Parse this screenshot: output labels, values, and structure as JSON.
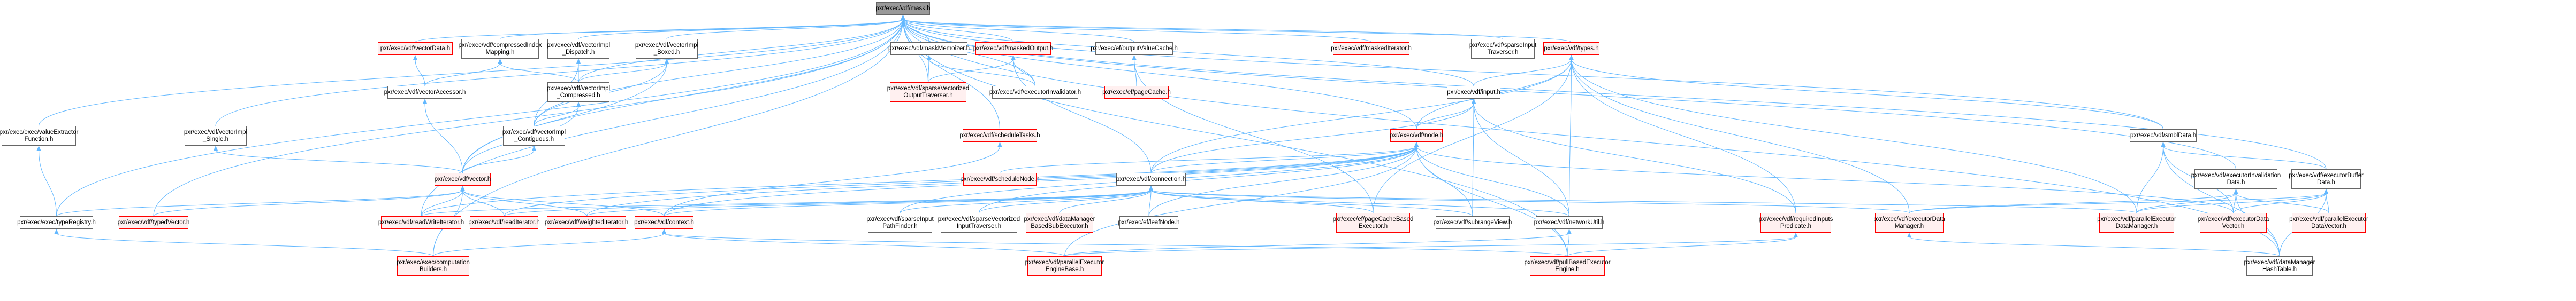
{
  "colors": {
    "edge": "#63b8ff",
    "red_border": "#ff0000",
    "red_fill": "#fff0f0",
    "root_fill": "#999999",
    "plain_border": "#666666"
  },
  "nodes": [
    {
      "id": "mask",
      "label": "pxr/exec/vdf/mask.h",
      "style": "root"
    },
    {
      "id": "valueExtractorFunction",
      "label": "pxr/exec/exec/valueExtractor\nFunction.h",
      "style": "plain"
    },
    {
      "id": "typeRegistry",
      "label": "pxr/exec/exec/typeRegistry.h",
      "style": "plain"
    },
    {
      "id": "typedVector",
      "label": "pxr/exec/vdf/typedVector.h",
      "style": "red"
    },
    {
      "id": "vectorImplSingle",
      "label": "pxr/exec/vdf/vectorImpl\n_Single.h",
      "style": "plain"
    },
    {
      "id": "vectorData",
      "label": "pxr/exec/vdf/vectorData.h",
      "style": "red"
    },
    {
      "id": "vectorAccessor",
      "label": "pxr/exec/vdf/vectorAccessor.h",
      "style": "plain"
    },
    {
      "id": "readWriteIterator",
      "label": "pxr/exec/vdf/readWriteIterator.h",
      "style": "red"
    },
    {
      "id": "computationBuilders",
      "label": "pxr/exec/exec/computation\nBuilders.h",
      "style": "red"
    },
    {
      "id": "compressedIndexMapping",
      "label": "pxr/exec/vdf/compressedIndex\nMapping.h",
      "style": "plain"
    },
    {
      "id": "vectorImplDispatch",
      "label": "pxr/exec/vdf/vectorImpl\n_Dispatch.h",
      "style": "plain"
    },
    {
      "id": "vectorImplBoxed",
      "label": "pxr/exec/vdf/vectorImpl\n_Boxed.h",
      "style": "plain"
    },
    {
      "id": "vectorImplCompressed",
      "label": "pxr/exec/vdf/vectorImpl\n_Compressed.h",
      "style": "plain"
    },
    {
      "id": "vectorImplContiguous",
      "label": "pxr/exec/vdf/vectorImpl\n_Contiguous.h",
      "style": "plain"
    },
    {
      "id": "vector",
      "label": "pxr/exec/vdf/vector.h",
      "style": "red"
    },
    {
      "id": "readIterator",
      "label": "pxr/exec/vdf/readIterator.h",
      "style": "red"
    },
    {
      "id": "weightedIterator",
      "label": "pxr/exec/vdf/weightedIterator.h",
      "style": "red"
    },
    {
      "id": "context",
      "label": "pxr/exec/vdf/context.h",
      "style": "red"
    },
    {
      "id": "maskMemoizer",
      "label": "pxr/exec/vdf/maskMemoizer.h",
      "style": "plain"
    },
    {
      "id": "maskedOutput",
      "label": "pxr/exec/vdf/maskedOutput.h",
      "style": "red"
    },
    {
      "id": "outputValueCache",
      "label": "pxr/exec/ef/outputValueCache.h",
      "style": "plain"
    },
    {
      "id": "sparseVectorizedOutputTraverser",
      "label": "pxr/exec/vdf/sparseVectorized\nOutputTraverser.h",
      "style": "red"
    },
    {
      "id": "executorInvalidator",
      "label": "pxr/exec/vdf/executorInvalidator.h",
      "style": "plain"
    },
    {
      "id": "pageCache",
      "label": "pxr/exec/ef/pageCache.h",
      "style": "red"
    },
    {
      "id": "scheduleTasks",
      "label": "pxr/exec/vdf/scheduleTasks.h",
      "style": "red"
    },
    {
      "id": "scheduleNode",
      "label": "pxr/exec/vdf/scheduleNode.h",
      "style": "red"
    },
    {
      "id": "connection",
      "label": "pxr/exec/vdf/connection.h",
      "style": "plain"
    },
    {
      "id": "sparseInputPathFinder",
      "label": "pxr/exec/vdf/sparseInput\nPathFinder.h",
      "style": "plain"
    },
    {
      "id": "sparseVectorizedInputTraverser",
      "label": "pxr/exec/vdf/sparseVectorized\nInputTraverser.h",
      "style": "plain"
    },
    {
      "id": "dataManagerBasedSubExecutor",
      "label": "pxr/exec/vdf/dataManager\nBasedSubExecutor.h",
      "style": "red"
    },
    {
      "id": "leafNode",
      "label": "pxr/exec/ef/leafNode.h",
      "style": "plain"
    },
    {
      "id": "parallelExecutorEngineBase",
      "label": "pxr/exec/vdf/parallelExecutor\nEngineBase.h",
      "style": "red"
    },
    {
      "id": "maskedIterator",
      "label": "pxr/exec/vdf/maskedIterator.h",
      "style": "red"
    },
    {
      "id": "sparseInputTraverser",
      "label": "pxr/exec/vdf/sparseInput\nTraverser.h",
      "style": "plain"
    },
    {
      "id": "types",
      "label": "pxr/exec/vdf/types.h",
      "style": "red"
    },
    {
      "id": "input",
      "label": "pxr/exec/vdf/input.h",
      "style": "plain"
    },
    {
      "id": "node",
      "label": "pxr/exec/vdf/node.h",
      "style": "red"
    },
    {
      "id": "pageCacheBasedExecutor",
      "label": "pxr/exec/ef/pageCacheBased\nExecutor.h",
      "style": "red"
    },
    {
      "id": "subrangeView",
      "label": "pxr/exec/vdf/subrangeView.h",
      "style": "plain"
    },
    {
      "id": "networkUtil",
      "label": "pxr/exec/vdf/networkUtil.h",
      "style": "plain"
    },
    {
      "id": "pullBasedExecutorEngine",
      "label": "pxr/exec/vdf/pullBasedExecutor\nEngine.h",
      "style": "red"
    },
    {
      "id": "requiredInputsPredicate",
      "label": "pxr/exec/vdf/requiredInputs\nPredicate.h",
      "style": "red"
    },
    {
      "id": "executorDataManager",
      "label": "pxr/exec/vdf/executorData\nManager.h",
      "style": "red"
    },
    {
      "id": "parallelExecutorDataManager",
      "label": "pxr/exec/vdf/parallelExecutor\nDataManager.h",
      "style": "red"
    },
    {
      "id": "smblData",
      "label": "pxr/exec/vdf/smblData.h",
      "style": "plain"
    },
    {
      "id": "executorInvalidationData",
      "label": "pxr/exec/vdf/executorInvalidation\nData.h",
      "style": "plain"
    },
    {
      "id": "executorBufferData",
      "label": "pxr/exec/vdf/executorBuffer\nData.h",
      "style": "plain"
    },
    {
      "id": "executorDataVector",
      "label": "pxr/exec/vdf/executorData\nVector.h",
      "style": "red"
    },
    {
      "id": "parallelExecutorDataVector",
      "label": "pxr/exec/vdf/parallelExecutor\nDataVector.h",
      "style": "red"
    },
    {
      "id": "dataManagerHashTable",
      "label": "pxr/exec/vdf/dataManager\nHashTable.h",
      "style": "plain"
    }
  ],
  "edges": [
    [
      "valueExtractorFunction",
      "mask"
    ],
    [
      "typeRegistry",
      "mask"
    ],
    [
      "computationBuilders",
      "mask"
    ],
    [
      "typedVector",
      "mask"
    ],
    [
      "readWriteIterator",
      "mask"
    ],
    [
      "vectorImplSingle",
      "mask"
    ],
    [
      "vectorData",
      "mask"
    ],
    [
      "vectorImplContiguous",
      "mask"
    ],
    [
      "vectorImplDispatch",
      "mask"
    ],
    [
      "vectorImplBoxed",
      "mask"
    ],
    [
      "compressedIndexMapping",
      "mask"
    ],
    [
      "vectorImplCompressed",
      "mask"
    ],
    [
      "maskMemoizer",
      "mask"
    ],
    [
      "maskedOutput",
      "mask"
    ],
    [
      "sparseVectorizedOutputTraverser",
      "mask"
    ],
    [
      "executorInvalidator",
      "mask"
    ],
    [
      "outputValueCache",
      "mask"
    ],
    [
      "maskedIterator",
      "mask"
    ],
    [
      "sparseInputTraverser",
      "mask"
    ],
    [
      "types",
      "mask"
    ],
    [
      "input",
      "mask"
    ],
    [
      "node",
      "mask"
    ],
    [
      "scheduleTasks",
      "mask"
    ],
    [
      "smblData",
      "mask"
    ],
    [
      "executorInvalidationData",
      "mask"
    ],
    [
      "executorBufferData",
      "mask"
    ],
    [
      "dataManagerHashTable",
      "mask"
    ],
    [
      "vector",
      "mask"
    ],
    [
      "pullBasedExecutorEngine",
      "mask"
    ],
    [
      "vectorAccessor",
      "vectorData"
    ],
    [
      "vectorAccessor",
      "compressedIndexMapping"
    ],
    [
      "vectorImplCompressed",
      "compressedIndexMapping"
    ],
    [
      "vectorImplCompressed",
      "vectorImplDispatch"
    ],
    [
      "vectorImplContiguous",
      "vectorImplDispatch"
    ],
    [
      "vectorImplCompressed",
      "vectorImplBoxed"
    ],
    [
      "vectorImplContiguous",
      "vectorImplBoxed"
    ],
    [
      "vector",
      "vectorImplBoxed"
    ],
    [
      "vectorImplContiguous",
      "vectorImplCompressed"
    ],
    [
      "vector",
      "vectorImplCompressed"
    ],
    [
      "vector",
      "vectorImplContiguous"
    ],
    [
      "vector",
      "vectorImplSingle"
    ],
    [
      "vector",
      "vectorAccessor"
    ],
    [
      "typeRegistry",
      "vector"
    ],
    [
      "typedVector",
      "vector"
    ],
    [
      "readWriteIterator",
      "vector"
    ],
    [
      "readIterator",
      "vector"
    ],
    [
      "weightedIterator",
      "vector"
    ],
    [
      "context",
      "vector"
    ],
    [
      "computationBuilders",
      "vector"
    ],
    [
      "typeRegistry",
      "valueExtractorFunction"
    ],
    [
      "computationBuilders",
      "typeRegistry"
    ],
    [
      "computationBuilders",
      "context"
    ],
    [
      "sparseVectorizedOutputTraverser",
      "maskMemoizer"
    ],
    [
      "executorInvalidator",
      "maskMemoizer"
    ],
    [
      "sparseVectorizedOutputTraverser",
      "maskedOutput"
    ],
    [
      "executorInvalidator",
      "maskedOutput"
    ],
    [
      "connection",
      "maskedOutput"
    ],
    [
      "pageCache",
      "outputValueCache"
    ],
    [
      "pageCacheBasedExecutor",
      "outputValueCache"
    ],
    [
      "scheduleNode",
      "scheduleTasks"
    ],
    [
      "context",
      "scheduleTasks"
    ],
    [
      "input",
      "types"
    ],
    [
      "node",
      "types"
    ],
    [
      "connection",
      "types"
    ],
    [
      "networkUtil",
      "types"
    ],
    [
      "requiredInputsPredicate",
      "types"
    ],
    [
      "executorDataManager",
      "types"
    ],
    [
      "parallelExecutorDataManager",
      "types"
    ],
    [
      "smblData",
      "types"
    ],
    [
      "pageCacheBasedExecutor",
      "types"
    ],
    [
      "node",
      "input"
    ],
    [
      "connection",
      "input"
    ],
    [
      "subrangeView",
      "input"
    ],
    [
      "networkUtil",
      "input"
    ],
    [
      "requiredInputsPredicate",
      "input"
    ],
    [
      "connection",
      "node"
    ],
    [
      "leafNode",
      "node"
    ],
    [
      "sparseInputPathFinder",
      "node"
    ],
    [
      "sparseVectorizedInputTraverser",
      "node"
    ],
    [
      "readWriteIterator",
      "node"
    ],
    [
      "readIterator",
      "node"
    ],
    [
      "weightedIterator",
      "node"
    ],
    [
      "context",
      "node"
    ],
    [
      "scheduleNode",
      "node"
    ],
    [
      "subrangeView",
      "node"
    ],
    [
      "networkUtil",
      "node"
    ],
    [
      "executorDataVector",
      "node"
    ],
    [
      "parallelExecutorEngineBase",
      "node"
    ],
    [
      "pullBasedExecutorEngine",
      "node"
    ],
    [
      "leafNode",
      "connection"
    ],
    [
      "pageCacheBasedExecutor",
      "connection"
    ],
    [
      "subrangeView",
      "connection"
    ],
    [
      "networkUtil",
      "connection"
    ],
    [
      "sparseInputPathFinder",
      "connection"
    ],
    [
      "sparseVectorizedInputTraverser",
      "connection"
    ],
    [
      "dataManagerBasedSubExecutor",
      "connection"
    ],
    [
      "context",
      "connection"
    ],
    [
      "readIterator",
      "connection"
    ],
    [
      "weightedIterator",
      "connection"
    ],
    [
      "readWriteIterator",
      "connection"
    ],
    [
      "executorDataManager",
      "connection"
    ],
    [
      "parallelExecutorDataManager",
      "connection"
    ],
    [
      "parallelExecutorEngineBase",
      "context"
    ],
    [
      "pullBasedExecutorEngine",
      "context"
    ],
    [
      "pullBasedExecutorEngine",
      "networkUtil"
    ],
    [
      "parallelExecutorEngineBase",
      "networkUtil"
    ],
    [
      "pullBasedExecutorEngine",
      "requiredInputsPredicate"
    ],
    [
      "parallelExecutorEngineBase",
      "requiredInputsPredicate"
    ],
    [
      "dataManagerHashTable",
      "executorDataManager"
    ],
    [
      "executorBufferData",
      "smblData"
    ],
    [
      "executorDataVector",
      "smblData"
    ],
    [
      "dataManagerHashTable",
      "smblData"
    ],
    [
      "parallelExecutorDataManager",
      "smblData"
    ],
    [
      "executorDataVector",
      "executorInvalidationData"
    ],
    [
      "parallelExecutorDataVector",
      "executorInvalidationData"
    ],
    [
      "dataManagerHashTable",
      "executorInvalidationData"
    ],
    [
      "parallelExecutorDataManager",
      "executorInvalidationData"
    ],
    [
      "executorDataManager",
      "executorInvalidationData"
    ],
    [
      "executorDataVector",
      "executorBufferData"
    ],
    [
      "parallelExecutorDataVector",
      "executorBufferData"
    ],
    [
      "dataManagerHashTable",
      "executorBufferData"
    ],
    [
      "parallelExecutorDataManager",
      "executorBufferData"
    ],
    [
      "executorDataManager",
      "executorBufferData"
    ]
  ]
}
